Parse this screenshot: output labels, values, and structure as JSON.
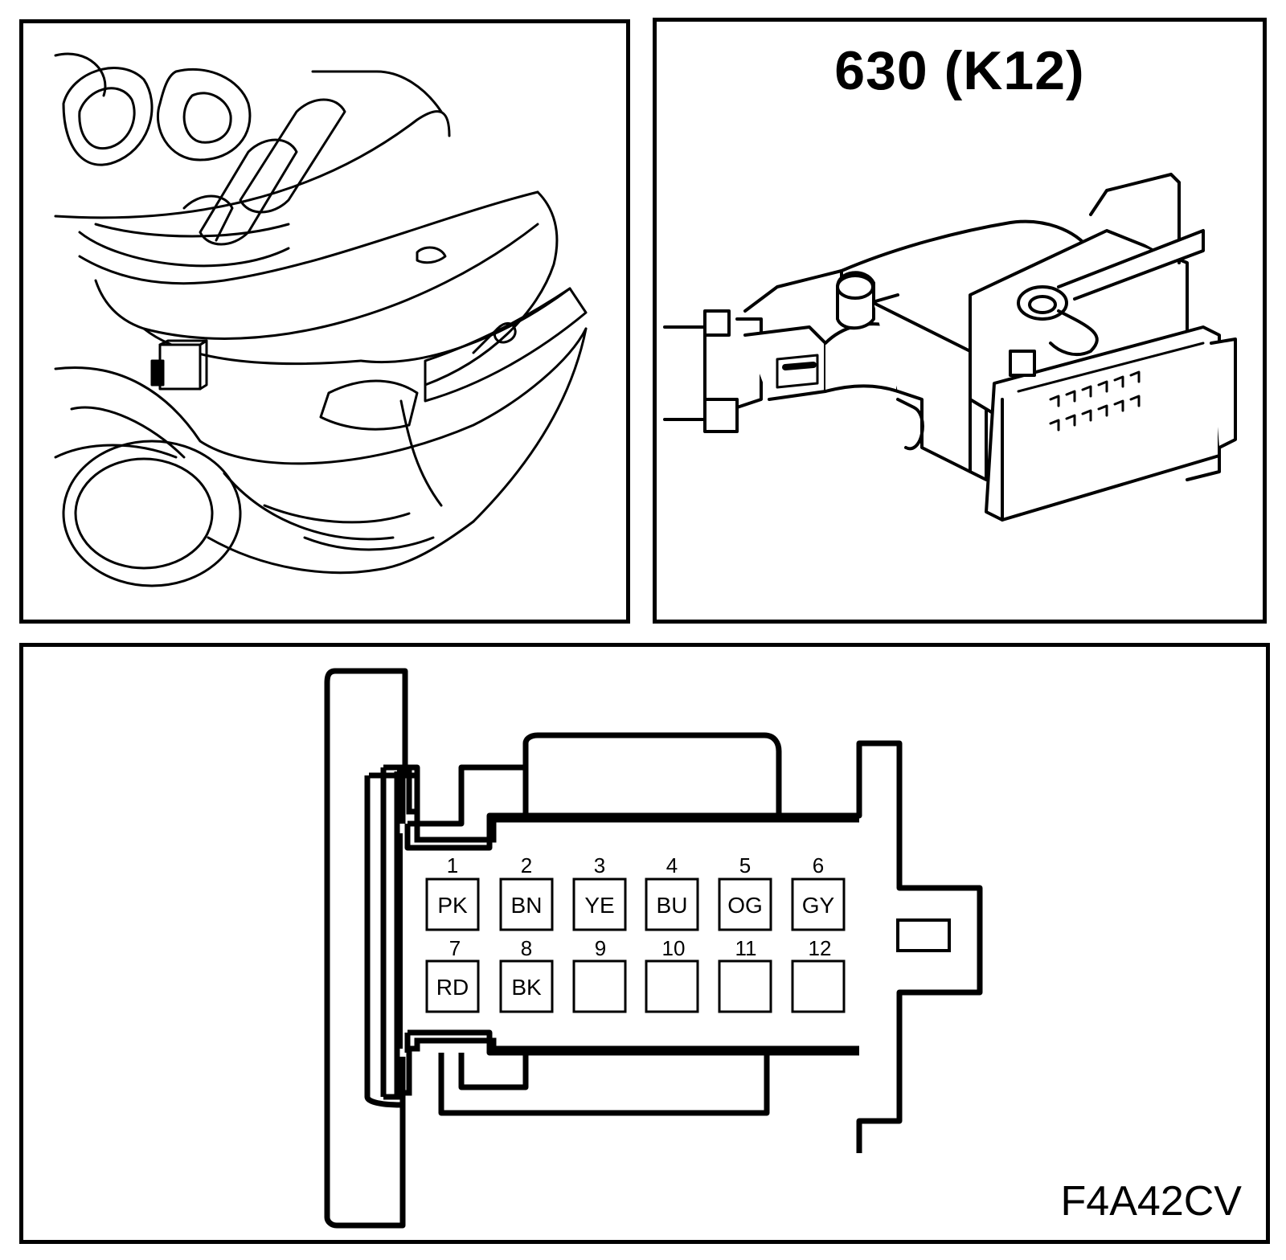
{
  "connector_title": "630 (K12)",
  "diagram_code": "F4A42CV",
  "pins": [
    {
      "number": "1",
      "wire_color": "PK"
    },
    {
      "number": "2",
      "wire_color": "BN"
    },
    {
      "number": "3",
      "wire_color": "YE"
    },
    {
      "number": "4",
      "wire_color": "BU"
    },
    {
      "number": "5",
      "wire_color": "OG"
    },
    {
      "number": "6",
      "wire_color": "GY"
    },
    {
      "number": "7",
      "wire_color": "RD"
    },
    {
      "number": "8",
      "wire_color": "BK"
    },
    {
      "number": "9",
      "wire_color": ""
    },
    {
      "number": "10",
      "wire_color": ""
    },
    {
      "number": "11",
      "wire_color": ""
    },
    {
      "number": "12",
      "wire_color": ""
    }
  ]
}
